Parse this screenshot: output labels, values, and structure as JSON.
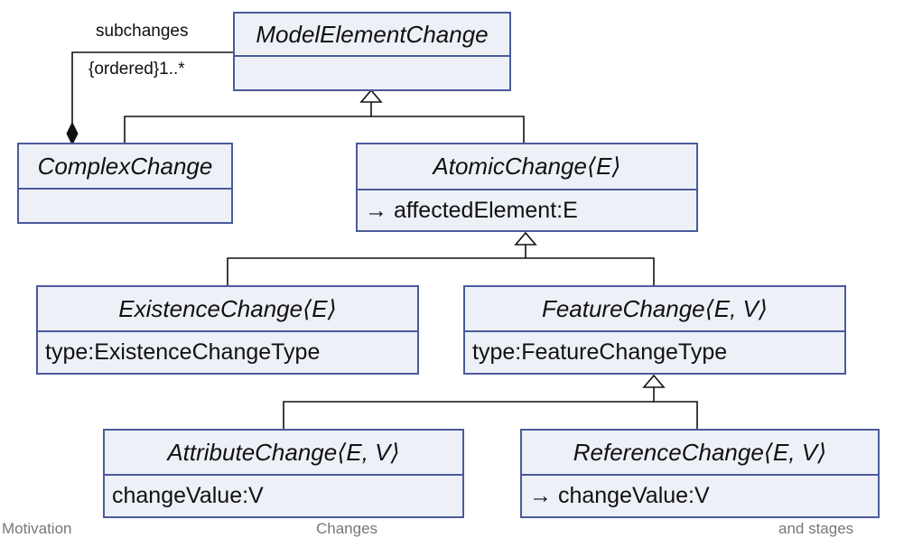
{
  "classes": {
    "model_element_change": {
      "name": "ModelElementChange",
      "attr": ""
    },
    "complex_change": {
      "name": "ComplexChange",
      "attr": ""
    },
    "atomic_change": {
      "name": "AtomicChange⟨E⟩",
      "attr": "→ affectedElement:E"
    },
    "existence_change": {
      "name": "ExistenceChange⟨E⟩",
      "attr": "type:ExistenceChangeType"
    },
    "feature_change": {
      "name": "FeatureChange⟨E, V⟩",
      "attr": "type:FeatureChangeType"
    },
    "attribute_change": {
      "name": "AttributeChange⟨E, V⟩",
      "attr": "changeValue:V"
    },
    "reference_change": {
      "name": "ReferenceChange⟨E, V⟩",
      "attr": "→ changeValue:V"
    }
  },
  "association": {
    "role": "subchanges",
    "multiplicity": "{ordered}1..*"
  },
  "caption_fragments": [
    "Motivation",
    "Changes",
    "and stages"
  ],
  "colors": {
    "class_border": "#4a5a9c",
    "class_fill": "#eef0f8",
    "edge": "#111111"
  }
}
